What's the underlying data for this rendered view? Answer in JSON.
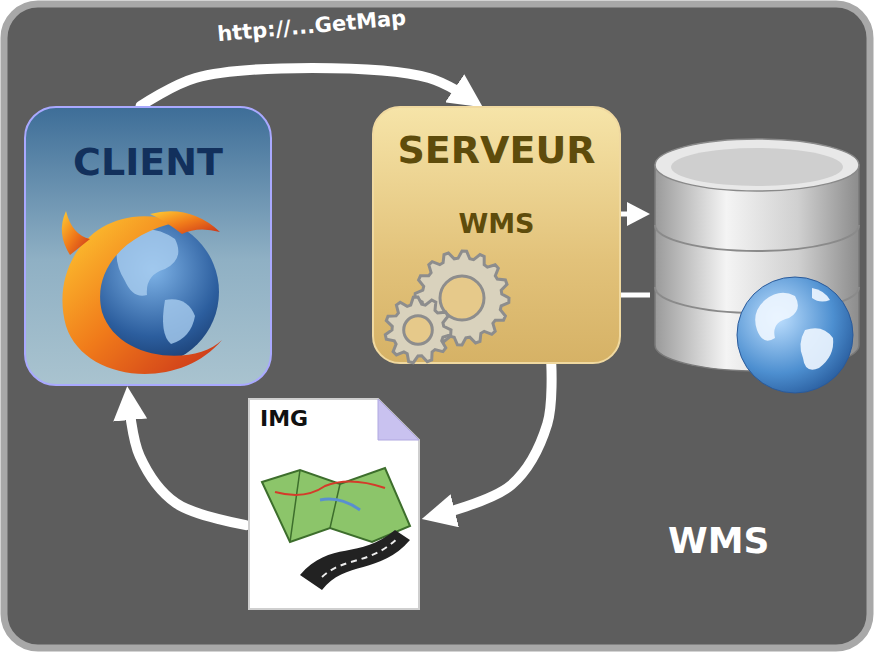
{
  "diagram": {
    "nodes": [
      {
        "text": [
          "CLIENT"
        ]
      },
      {
        "text": [
          "SERVEUR",
          "WMS"
        ]
      },
      {
        "text": [
          "IMG"
        ]
      }
    ],
    "edges": [
      {
        "from": 0,
        "to": 1,
        "arrow": "to",
        "label": "http://...GetMap"
      },
      {
        "from": 1,
        "to": 2,
        "arrow": "to"
      },
      {
        "from": 2,
        "to": 0,
        "arrow": "to"
      }
    ],
    "labels": [
      "WMS"
    ]
  }
}
